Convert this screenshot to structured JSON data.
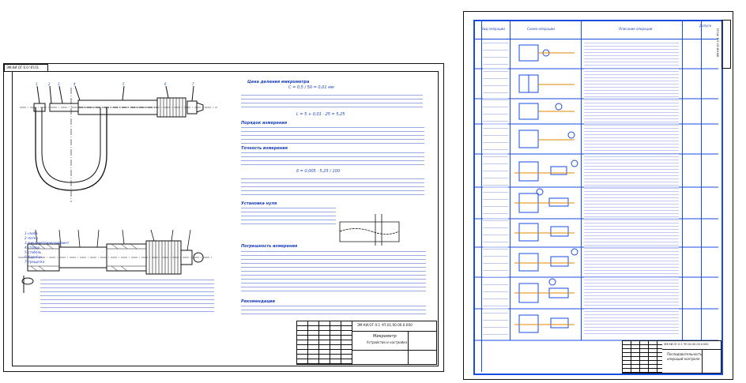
{
  "sheet1": {
    "corner_label": "ЭМ.КИ.ОГ.0.0.ЧП.01",
    "legend": [
      "1–скоба",
      "2–пятка",
      "3–микрометрический винт",
      "4–стопор",
      "5–стебель",
      "6–барабан",
      "7–трещотка"
    ],
    "heading_1": "Цена деления микрометра",
    "formula_1": "C = 0,5 / 50 = 0,01 мм",
    "heading_2": "Порядок измерения",
    "formula_2": "L = 5 + 0,01 · 25 = 5,25",
    "heading_3": "Точность измерения",
    "formula_3": "δ = 0,005 · 5,25 / 100",
    "heading_4": "Установка нуля",
    "heading_5": "Погрешность измерения",
    "heading_6": "Рекомендации",
    "bottom_code": "ЭМ.КИ.ОГ.0.1 ЧП.01.00.00.0.000",
    "stamp_title": "Микрометр",
    "stamp_sub": "Устройство и настройка"
  },
  "sheet2": {
    "columns": [
      "Вид операции",
      "Схема операции",
      "Описание операции",
      "Допуск"
    ],
    "bottom_code": "ЭМ.КИ.ОГ.0.1 ЧП.02.00.00.0.000",
    "stamp_title": "Последовательность",
    "stamp_sub": "операций контроля",
    "side_code": "ЭМ.КИ.ОГ.0.1 ЧП.02"
  },
  "colors": {
    "ink": "#111111",
    "accent": "#1a4be0"
  }
}
